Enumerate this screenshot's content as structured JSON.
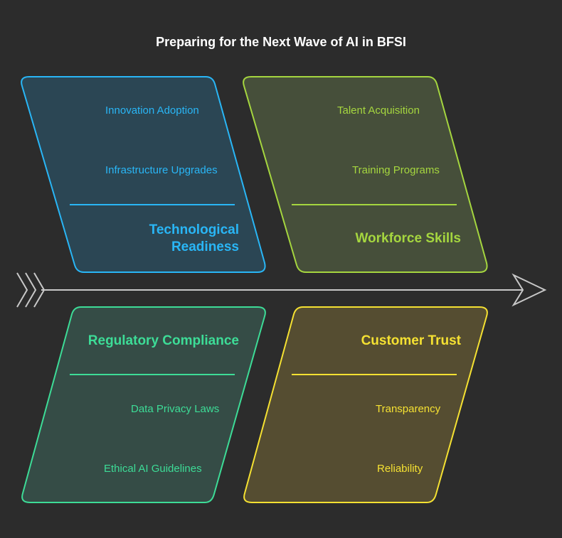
{
  "title": "Preparing for the Next Wave of AI in BFSI",
  "colors": {
    "background": "#2c2c2c",
    "spine": "#c8c8c8",
    "tech": "#29b6f6",
    "workforce": "#a5d63f",
    "regulatory": "#3ddc97",
    "customer": "#f5e132"
  },
  "categories": {
    "tech": {
      "name": "Technological Readiness",
      "causes": [
        "Innovation Adoption",
        "Infrastructure Upgrades"
      ]
    },
    "workforce": {
      "name": "Workforce Skills",
      "causes": [
        "Talent Acquisition",
        "Training Programs"
      ]
    },
    "regulatory": {
      "name": "Regulatory Compliance",
      "causes": [
        "Data Privacy Laws",
        "Ethical AI Guidelines"
      ]
    },
    "customer": {
      "name": "Customer Trust",
      "causes": [
        "Transparency",
        "Reliability"
      ]
    }
  }
}
